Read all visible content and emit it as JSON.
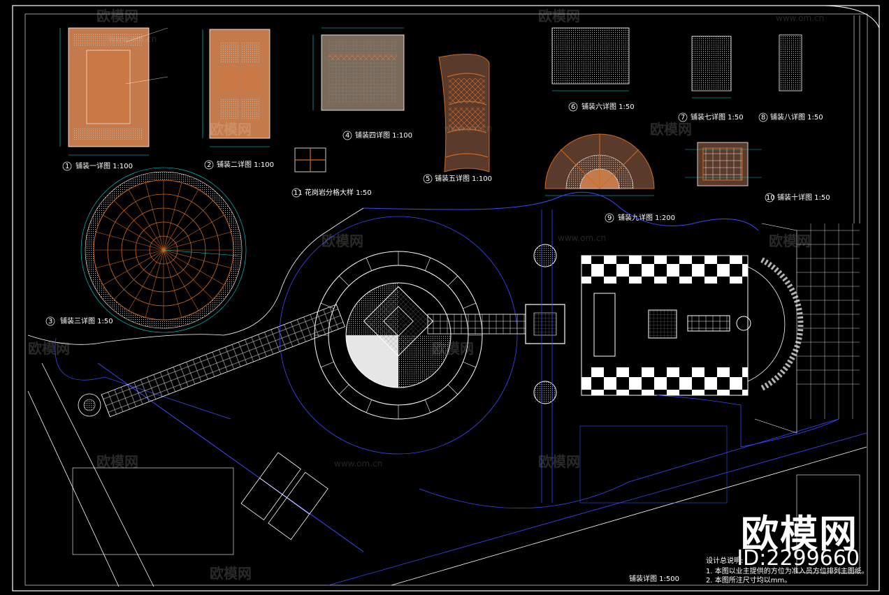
{
  "drawing": {
    "scale_captions": {
      "d1": "铺装一详图 1:100",
      "d2": "铺装二详图 1:100",
      "d3": "铺装三详图 1:50",
      "d4": "铺装四详图 1:100",
      "d5": "铺装五详图 1:100",
      "d6": "铺装六详图 1:50",
      "d7": "铺装七详图 1:50",
      "d8": "铺装八详图 1:50",
      "d9": "铺装九详图 1:200",
      "d10": "铺装十详图 1:50",
      "d11": "花岗岩分格大样 1:50",
      "plan": "铺装详图 1:500"
    },
    "detail_numbers": [
      "1",
      "2",
      "3",
      "4",
      "5",
      "6",
      "7",
      "8",
      "9",
      "10",
      "11"
    ],
    "notes": {
      "title": "设计总说明:",
      "line1": "1. 本图以业主提供的方位为准入员方位排列主图纸。",
      "line2": "2. 本图所注尺寸均以mm。"
    }
  },
  "watermarks": {
    "logo_text": "欧模网",
    "site": "www.om.cn"
  },
  "brand": {
    "name": "欧模网",
    "id": "ID:2299660"
  },
  "colors": {
    "background": "#000000",
    "frame": "#ffffff",
    "blue_lines": "#3a48ff",
    "cyan_dims": "#00e5e5",
    "paving_orange": "#d2691e",
    "paving_fill": "#c47a4a"
  }
}
